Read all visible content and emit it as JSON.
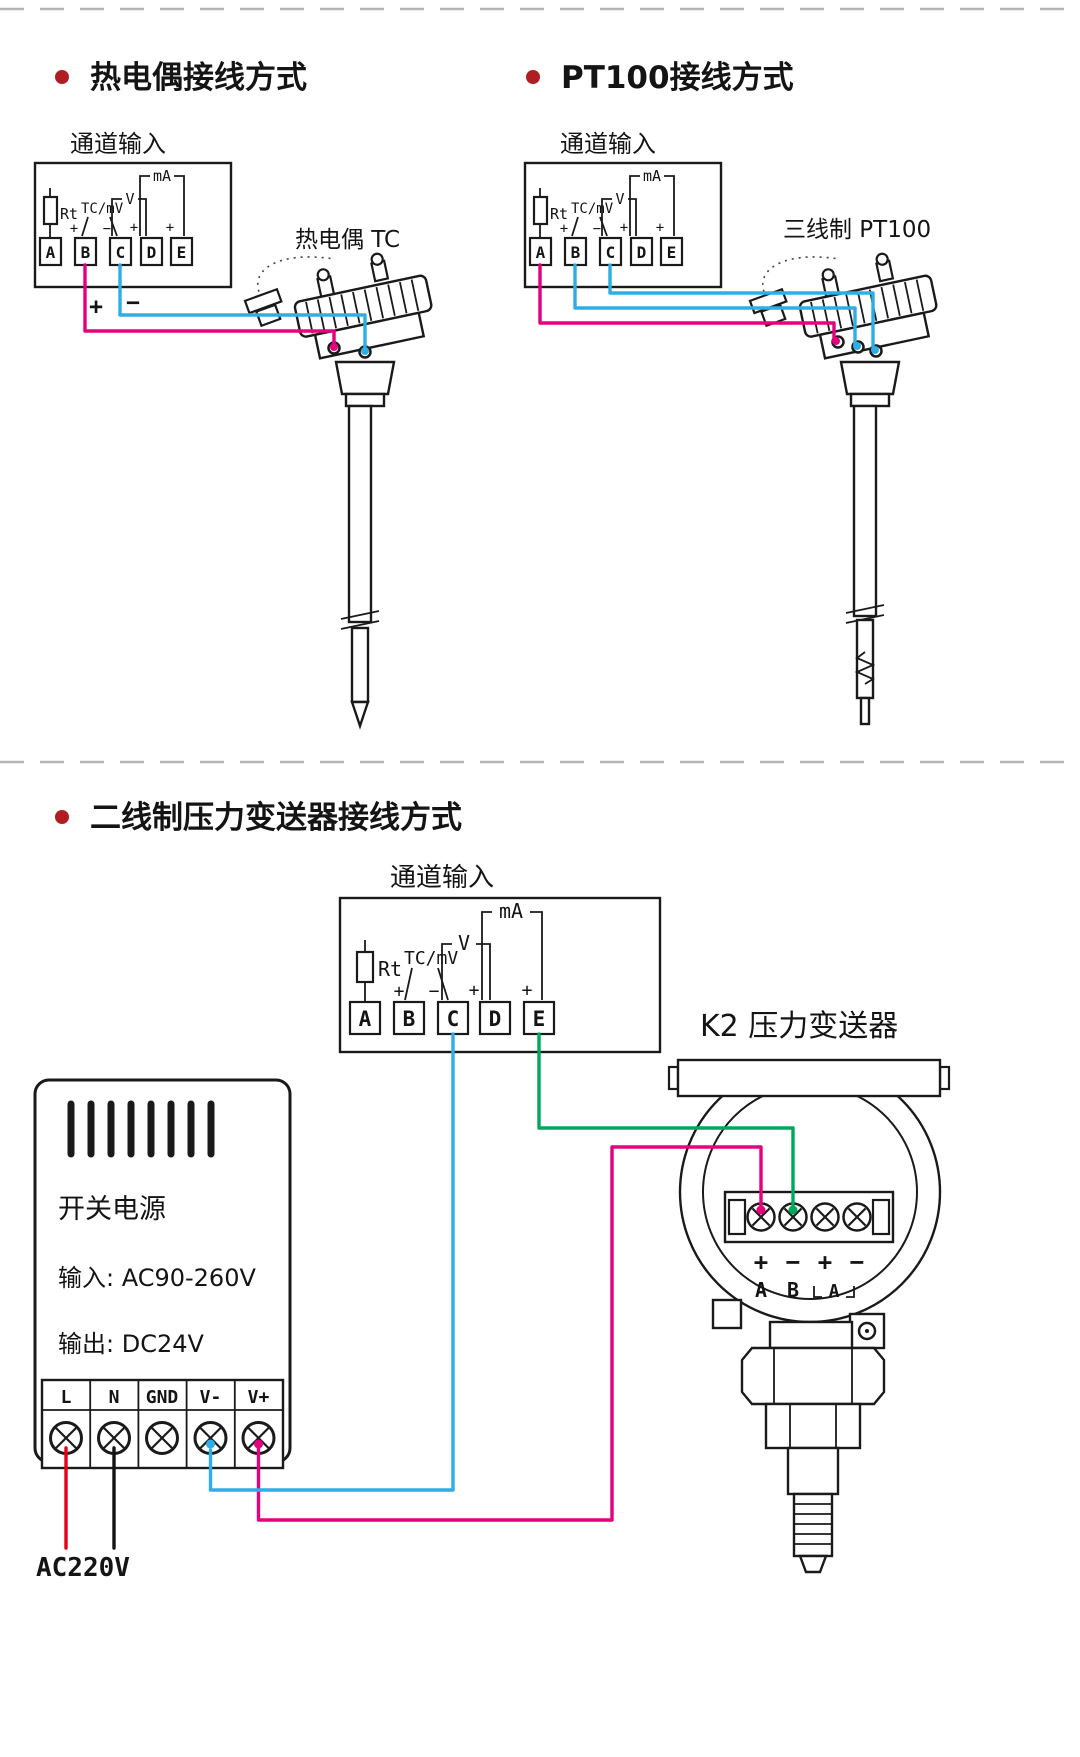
{
  "colors": {
    "accent": "#b01e23",
    "wire_pink": "#e5007e",
    "wire_blue": "#2eaee4",
    "wire_green": "#00a75c",
    "wire_red": "#e60012",
    "wire_black": "#141414",
    "line": "#1a1a1a"
  },
  "signs": {
    "plus": "+",
    "minus": "−"
  },
  "section_tc": {
    "title": "热电偶接线方式",
    "channel_label": "通道输入",
    "device_label": "热电偶 TC",
    "labels": {
      "rt": "Rt",
      "tcmv": "TC/mV",
      "v": "V",
      "ma": "mA"
    },
    "terminals": [
      "A",
      "B",
      "C",
      "D",
      "E"
    ]
  },
  "section_pt100": {
    "title": "PT100接线方式",
    "channel_label": "通道输入",
    "device_label": "三线制 PT100",
    "labels": {
      "rt": "Rt",
      "tcmv": "TC/mV",
      "v": "V",
      "ma": "mA"
    },
    "terminals": [
      "A",
      "B",
      "C",
      "D",
      "E"
    ]
  },
  "section_pressure": {
    "title": "二线制压力变送器接线方式",
    "channel_label": "通道输入",
    "device_label": "K2 压力变送器",
    "labels": {
      "rt": "Rt",
      "tcmv": "TC/mV",
      "v": "V",
      "ma": "mA"
    },
    "terminals": [
      "A",
      "B",
      "C",
      "D",
      "E"
    ],
    "psu": {
      "name": "开关电源",
      "input_label": "输入: AC90-260V",
      "output_label": "输出: DC24V",
      "terminals": [
        "L",
        "N",
        "GND",
        "V-",
        "V+"
      ],
      "ac_label": "AC220V"
    },
    "transmitter": {
      "signs": [
        "+",
        "−",
        "+",
        "−"
      ],
      "letters": [
        "A",
        "B"
      ],
      "loop_letter": "A"
    }
  }
}
